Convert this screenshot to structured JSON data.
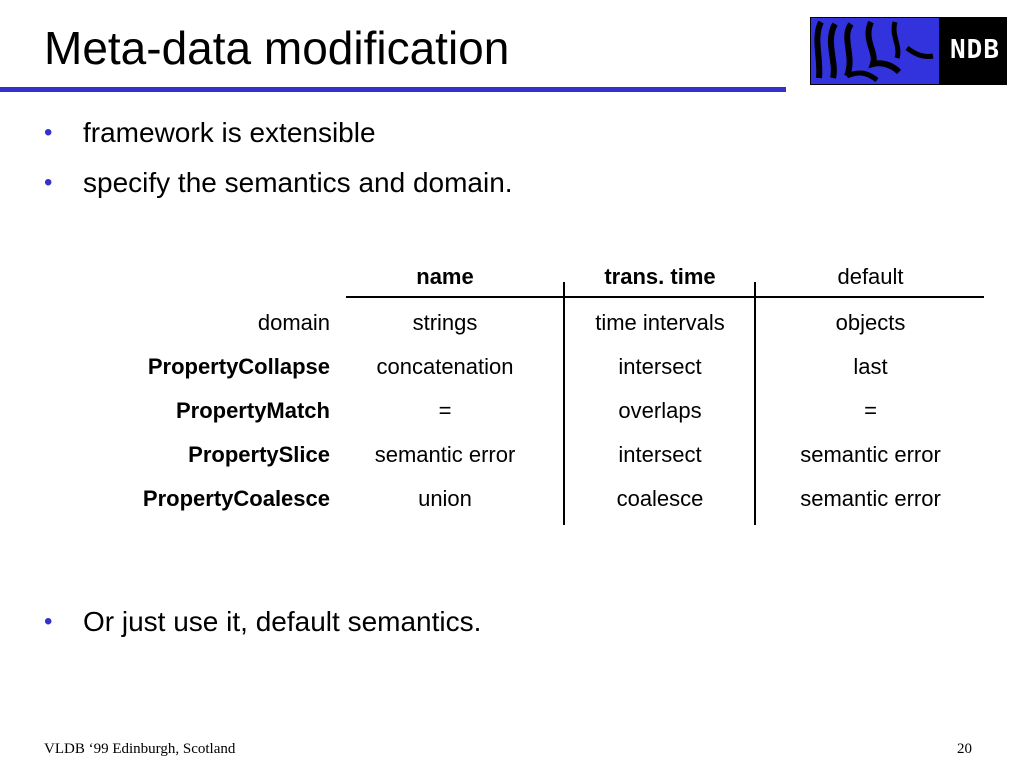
{
  "slide": {
    "title": "Meta-data modification",
    "logo_text": "NDB",
    "bullets_top": [
      "framework is extensible",
      "specify the semantics and domain."
    ],
    "bullets_bottom": [
      "Or just use it, default semantics."
    ],
    "bullet_glyph": "•",
    "accent_color": "#3333cc"
  },
  "table": {
    "columns": [
      "name",
      "trans. time",
      "default"
    ],
    "rows": [
      {
        "label": "domain",
        "cells": [
          "strings",
          "time intervals",
          "objects"
        ]
      },
      {
        "label": "PropertyCollapse",
        "cells": [
          "concatenation",
          "intersect",
          "last"
        ]
      },
      {
        "label": "PropertyMatch",
        "cells": [
          "=",
          "overlaps",
          "="
        ]
      },
      {
        "label": "PropertySlice",
        "cells": [
          "semantic error",
          "intersect",
          "semantic error"
        ]
      },
      {
        "label": "PropertyCoalesce",
        "cells": [
          "union",
          "coalesce",
          "semantic error"
        ]
      }
    ]
  },
  "footer": {
    "left": "VLDB ‘99 Edinburgh, Scotland",
    "page_number": "20"
  }
}
